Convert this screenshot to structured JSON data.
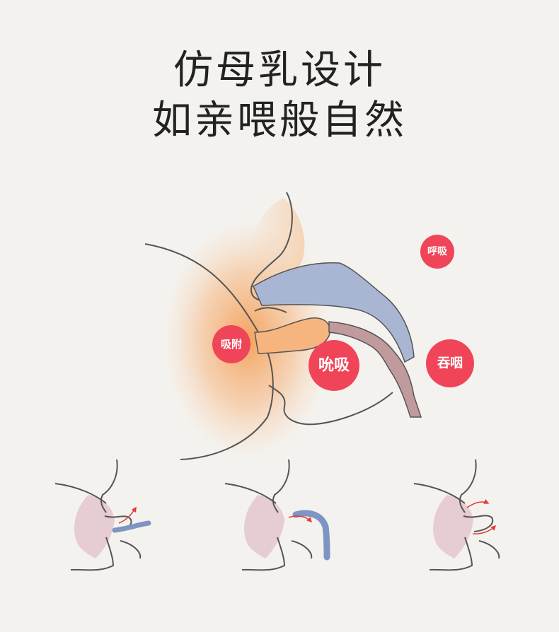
{
  "title": {
    "line1": "仿母乳设计",
    "line2": "如亲喂般自然"
  },
  "labels": {
    "breathing": "呼吸",
    "latching": "吸附",
    "sucking": "吮吸",
    "swallowing": "吞咽"
  },
  "colors": {
    "background": "#f4f2ef",
    "badge": "#f04559",
    "outline": "#555555",
    "palate": "#a9b6d3",
    "throat": "#c09a9c",
    "nipple_orange": "#f6b57e",
    "breast_pink": "#e6cdd2",
    "arrow": "#e53935",
    "milk_blue": "#7e95c3"
  }
}
